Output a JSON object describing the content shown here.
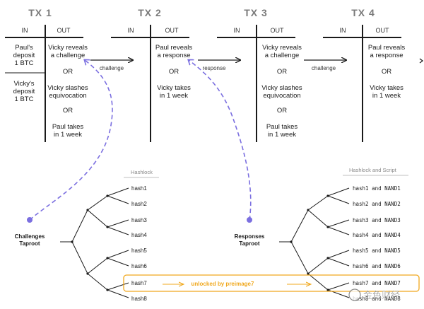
{
  "tx1": {
    "title": "TX 1",
    "in_header": "IN",
    "out_header": "OUT",
    "in_cells": [
      [
        "Paul's",
        "deposit",
        "1 BTC"
      ],
      [
        "Vicky's",
        "deposit",
        "1 BTC"
      ]
    ],
    "out_lines": [
      "Vicky reveals",
      "a challenge",
      "OR",
      "Vicky slashes",
      "equivocation",
      "OR",
      "Paul takes",
      "in 1 week"
    ]
  },
  "tx2": {
    "title": "TX 2",
    "in_header": "IN",
    "out_header": "OUT",
    "out_lines": [
      "Paul reveals",
      "a response",
      "OR",
      "Vicky takes",
      "in 1 week"
    ]
  },
  "tx3": {
    "title": "TX 3",
    "in_header": "IN",
    "out_header": "OUT",
    "out_lines": [
      "Vicky reveals",
      "a challenge",
      "OR",
      "Vicky slashes",
      "equivocation",
      "OR",
      "Paul takes",
      "in 1 week"
    ]
  },
  "tx4": {
    "title": "TX 4",
    "in_header": "IN",
    "out_header": "OUT",
    "out_lines": [
      "Paul reveals",
      "a response",
      "OR",
      "Vicky takes",
      "in 1 week"
    ]
  },
  "arrows": {
    "a1": "challenge",
    "a2": "response",
    "a3": "challenge"
  },
  "left_tree": {
    "root_label": [
      "Challenges",
      "Taproot"
    ],
    "header": "Hashlock",
    "leaves": [
      "hash1",
      "hash2",
      "hash3",
      "hash4",
      "hash5",
      "hash6",
      "hash7",
      "hash8"
    ]
  },
  "right_tree": {
    "root_label": [
      "Responses",
      "Taproot"
    ],
    "header": "Hashlock and Script",
    "leaves": [
      "hash1  and  NAND1",
      "hash2  and  NAND2",
      "hash3  and  NAND3",
      "hash4  and  NAND4",
      "hash5  and  NAND5",
      "hash6  and  NAND6",
      "hash7  and  NAND7",
      "hash8  and  NAND8"
    ]
  },
  "highlight": {
    "text": "unlocked by preimage7"
  },
  "watermark": {
    "text": "金色财经"
  },
  "colors": {
    "dashed_arrow": "#7b6fe0",
    "highlight": "#f0a81e",
    "line": "#1a1a1a",
    "title": "#7a7a7a"
  }
}
